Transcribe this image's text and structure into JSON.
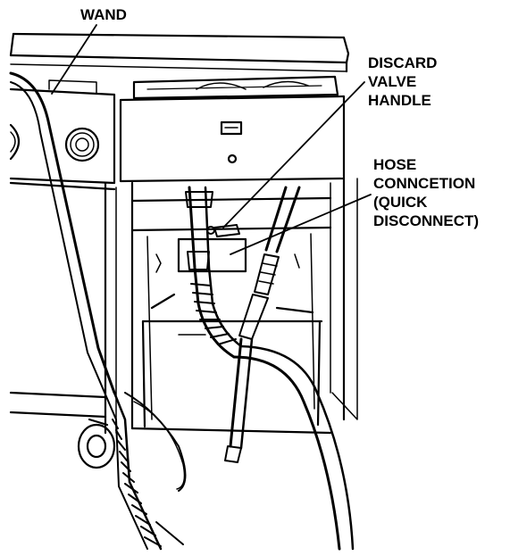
{
  "labels": {
    "wand": "WAND",
    "discard_valve_handle": [
      "DISCARD",
      "VALVE",
      "HANDLE"
    ],
    "hose_connection": [
      "HOSE",
      "CONNCETION",
      "(QUICK",
      "DISCONNECT)"
    ]
  },
  "colors": {
    "ink": "#000000",
    "paper": "#ffffff"
  }
}
